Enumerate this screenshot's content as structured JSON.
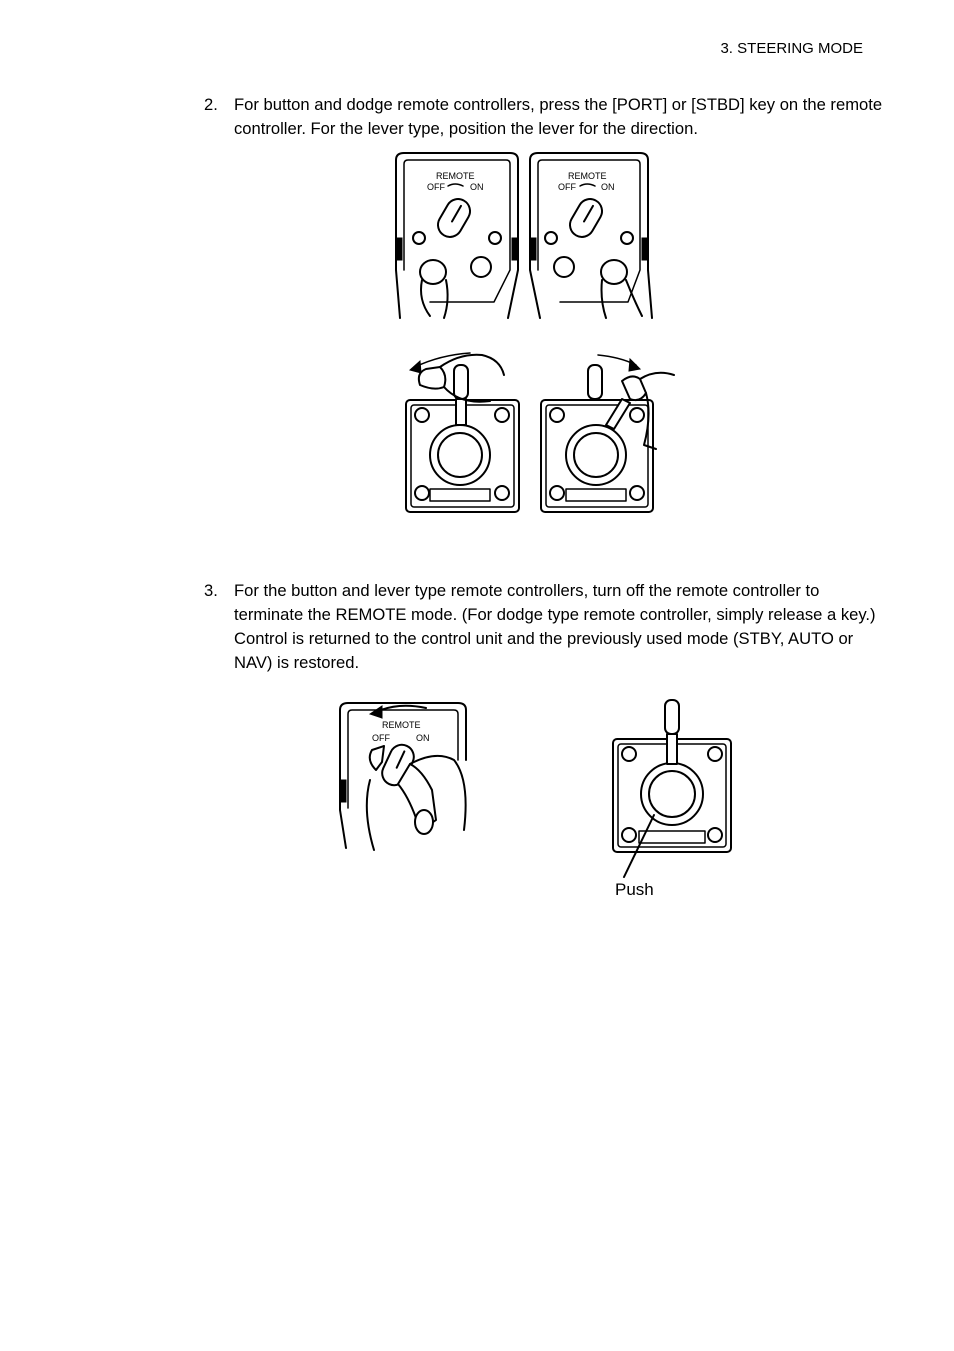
{
  "header": {
    "section": "3. STEERING MODE"
  },
  "steps": [
    {
      "number": "2.",
      "text": "For button and dodge remote controllers, press the [PORT] or [STBD] key on the remote controller. For the lever type, position the lever for the direction."
    },
    {
      "number": "3.",
      "text": "For the button and lever type remote controllers, turn off the remote controller to terminate the REMOTE mode. (For dodge type remote controller, simply release a key.) Control is returned to the control unit and the previously used mode (STBY, AUTO or NAV) is restored."
    }
  ],
  "figures": {
    "remote_label": "REMOTE",
    "off_label": "OFF",
    "on_label": "ON",
    "push_label": "Push"
  }
}
